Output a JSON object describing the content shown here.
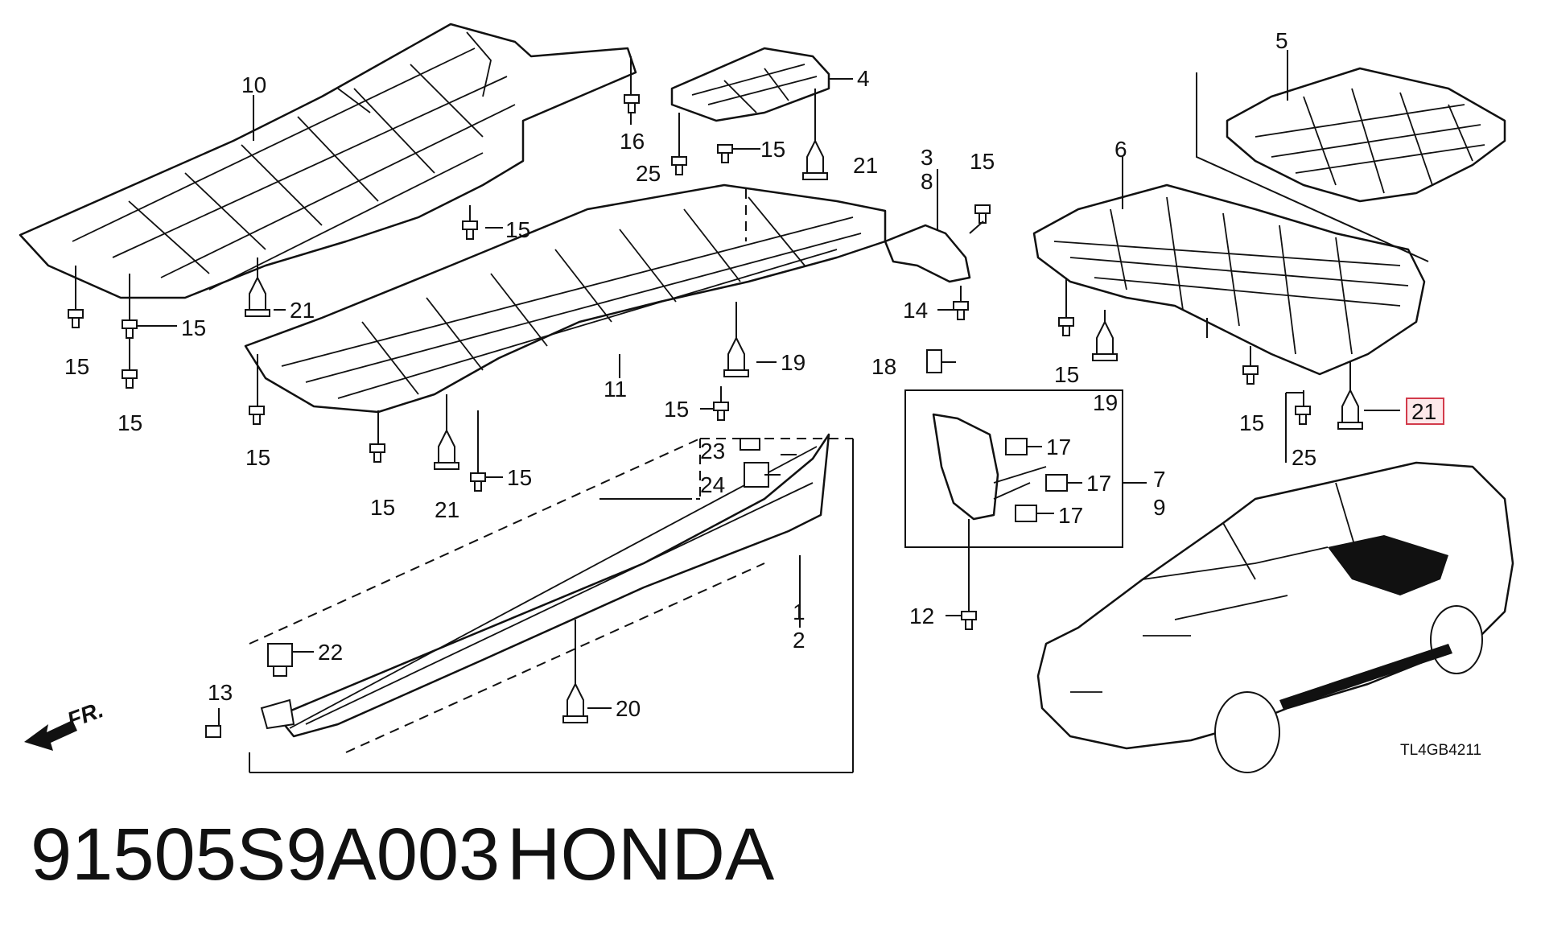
{
  "part_number": "91505S9A003",
  "brand": "HONDA",
  "figure_code": "TL4GB4211",
  "direction_label": "FR.",
  "callouts": {
    "c1": "1",
    "c2": "2",
    "c3": "3",
    "c4": "4",
    "c5": "5",
    "c6": "6",
    "c7": "7",
    "c8": "8",
    "c9": "9",
    "c10": "10",
    "c11": "11",
    "c12": "12",
    "c13": "13",
    "c14": "14",
    "c15": "15",
    "c16": "16",
    "c17": "17",
    "c18": "18",
    "c19": "19",
    "c20": "20",
    "c21": "21",
    "c22": "22",
    "c23": "23",
    "c24": "24",
    "c25": "25"
  },
  "highlighted_callout": "21",
  "colors": {
    "highlight_fill": "#fde8ea",
    "highlight_stroke": "#d23b4b",
    "line": "#111111"
  }
}
